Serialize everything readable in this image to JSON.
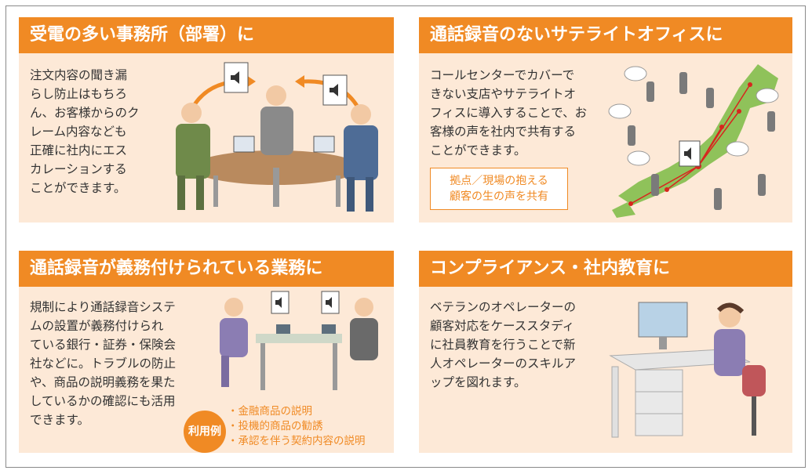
{
  "panels": {
    "p1": {
      "title": "受電の多い事務所（部署）に",
      "body": "注文内容の聞き漏\nらし防止はもちろ\nん、お客様からのク\nレーム内容なども\n正確に社内にエス\nカレーションする\nことができます。"
    },
    "p2": {
      "title": "通話録音のないサテライトオフィスに",
      "body": "コールセンターでカバーで\nきない支店やサテライトオ\nフィスに導入することで、お\n客様の声を社内で共有する\nことができます。",
      "callout": "拠点／現場の抱える\n顧客の生の声を共有"
    },
    "p3": {
      "title": "通話録音が義務付けられている業務に",
      "body": "規制により通話録音システ\nムの設置が義務付けられ\nている銀行・証券・保険会\n社などに。トラブルの防止\nや、商品の説明義務を果た\nしているかの確認にも活用\nできます。",
      "usage_badge": "利用例",
      "usage_items": [
        "金融商品の説明",
        "投機的商品の勧誘",
        "承認を伴う契約内容の説明"
      ]
    },
    "p4": {
      "title": "コンプライアンス・社内教育に",
      "body": "ベテランのオペレーターの\n顧客対応をケーススタディ\nに社員教育を行うことで新\n人オペレーターのスキルア\nップを図れます。"
    }
  },
  "colors": {
    "accent": "#f08a24",
    "panel_bg": "#fde9d7"
  }
}
